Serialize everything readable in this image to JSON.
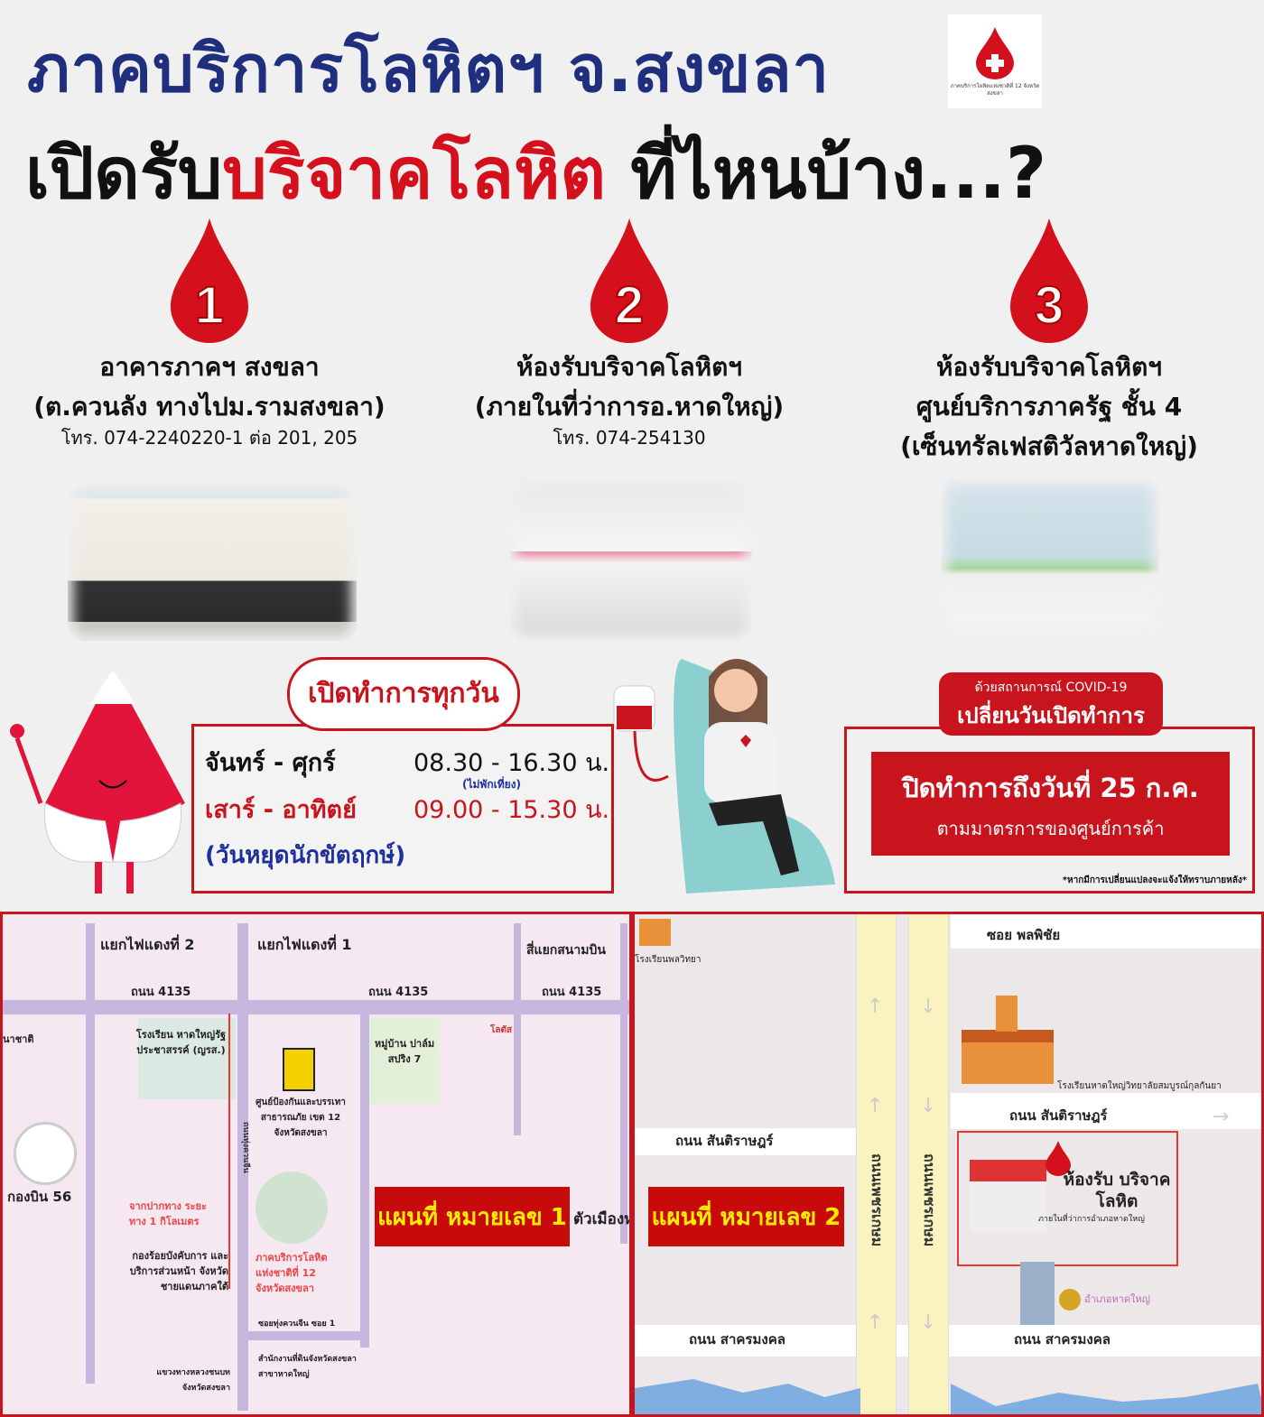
{
  "header": {
    "title_line1": "ภาคบริการโลหิตฯ จ.สงขลา",
    "title_line2_pre": "เปิดรับ",
    "title_line2_red": "บริจาคโลหิต",
    "title_line2_post": " ที่ไหนบ้าง...?",
    "logo_text": "ภาคบริการโลหิตแห่งชาติที่ 12 จังหวัดสงขลา"
  },
  "colors": {
    "navy": "#1f2f7e",
    "red": "#d4101c",
    "map_badge_text": "#ffee00"
  },
  "locations": [
    {
      "number": "1",
      "line1": "อาคารภาคฯ สงขลา",
      "line2": "(ต.ควนลัง ทางไปม.รามสงขลา)",
      "phone": "โทร. 074-2240220-1 ต่อ 201, 205"
    },
    {
      "number": "2",
      "line1": "ห้องรับบริจาคโลหิตฯ",
      "line2": "(ภายในที่ว่าการอ.หาดใหญ่)",
      "phone": "โทร. 074-254130"
    },
    {
      "number": "3",
      "line1": "ห้องรับบริจาคโลหิตฯ",
      "line2": "ศูนย์บริการภาครัฐ ชั้น 4",
      "line3": "(เซ็นทรัลเฟสติวัลหาดใหญ่)"
    }
  ],
  "hours": {
    "bubble": "เปิดทำการทุกวัน",
    "weekday_label": "จันทร์ - ศุกร์",
    "weekday_time": "08.30 - 16.30  น.",
    "no_lunch": "(ไม่พักเที่ยง)",
    "weekend_label": "เสาร์ - อาทิตย์",
    "weekend_time": "09.00 - 15.30  น.",
    "holiday": "(วันหยุดนักขัตฤกษ์)"
  },
  "covid": {
    "bubble_small": "ด้วยสถานการณ์ COVID-19",
    "bubble_big": "เปลี่ยนวันเปิดทำการ",
    "closed": "ปิดทำการถึงวันที่ 25 ก.ค.",
    "reason": "ตามมาตรการของศูนย์การค้า",
    "note": "*หากมีการเปลี่ยนแปลงจะแจ้งให้ทราบภายหลัง*"
  },
  "map1": {
    "badge": "แผนที่ หมายเลข 1",
    "junction2": "แยกไฟแดงที่ 2",
    "junction1": "แยกไฟแดงที่ 1",
    "airport_junction": "สี่แยกสนามบิน",
    "road": "ถนน 4135",
    "school": "โรงเรียน หาดใหญ่รัฐประชาสรรค์ (ญรส.)",
    "village": "หมู่บ้าน ปาล์มสปริง 7",
    "disaster": "ศูนย์ป้องกันและบรรเทาสาธารณภัย เขต 12 จังหวัดสงขลา",
    "wing": "กองบิน 56",
    "distance": "จากปากทาง ระยะทาง 1 กิโลเมตร",
    "border": "กองร้อยบังคับการ และบริการส่วนหน้า จังหวัดชายแดนภาคใต้",
    "blood_center": "ภาคบริการโลหิต แห่งชาติที่ 12 จังหวัดสงขลา",
    "soi": "ซอยทุ่งควนจีน ซอย 1",
    "land_office": "สำนักงานที่ดินจังหวัดสงขลา สาขาหาดใหญ่",
    "rural_road": "แขวงทางหลวงชนบท จังหวัดสงขลา",
    "side_road": "ถนนทุ่งควนจีน",
    "town": "ตัวเมืองห",
    "national": "นาชาติ",
    "seven": "โลตัส"
  },
  "map2": {
    "badge": "แผนที่ หมายเลข 2",
    "soi": "ซอย พลพิชัย",
    "school_small": "โรงเรียนพลวิทยา",
    "school": "โรงเรียนหาดใหญ่วิทยาลัยสมบูรณ์กุลกันยา",
    "road_santi": "ถนน สันติราษฎร์",
    "road_sakhon": "ถนน สาครมงคล",
    "road_phetkasem": "ถนนเพชรเกษม",
    "blood_room": "ห้องรับ บริจาคโลหิต",
    "blood_room_sub": "ภายในที่ว่าการอำเภอหาดใหญ่",
    "district": "อำเภอหาดใหญ่"
  }
}
